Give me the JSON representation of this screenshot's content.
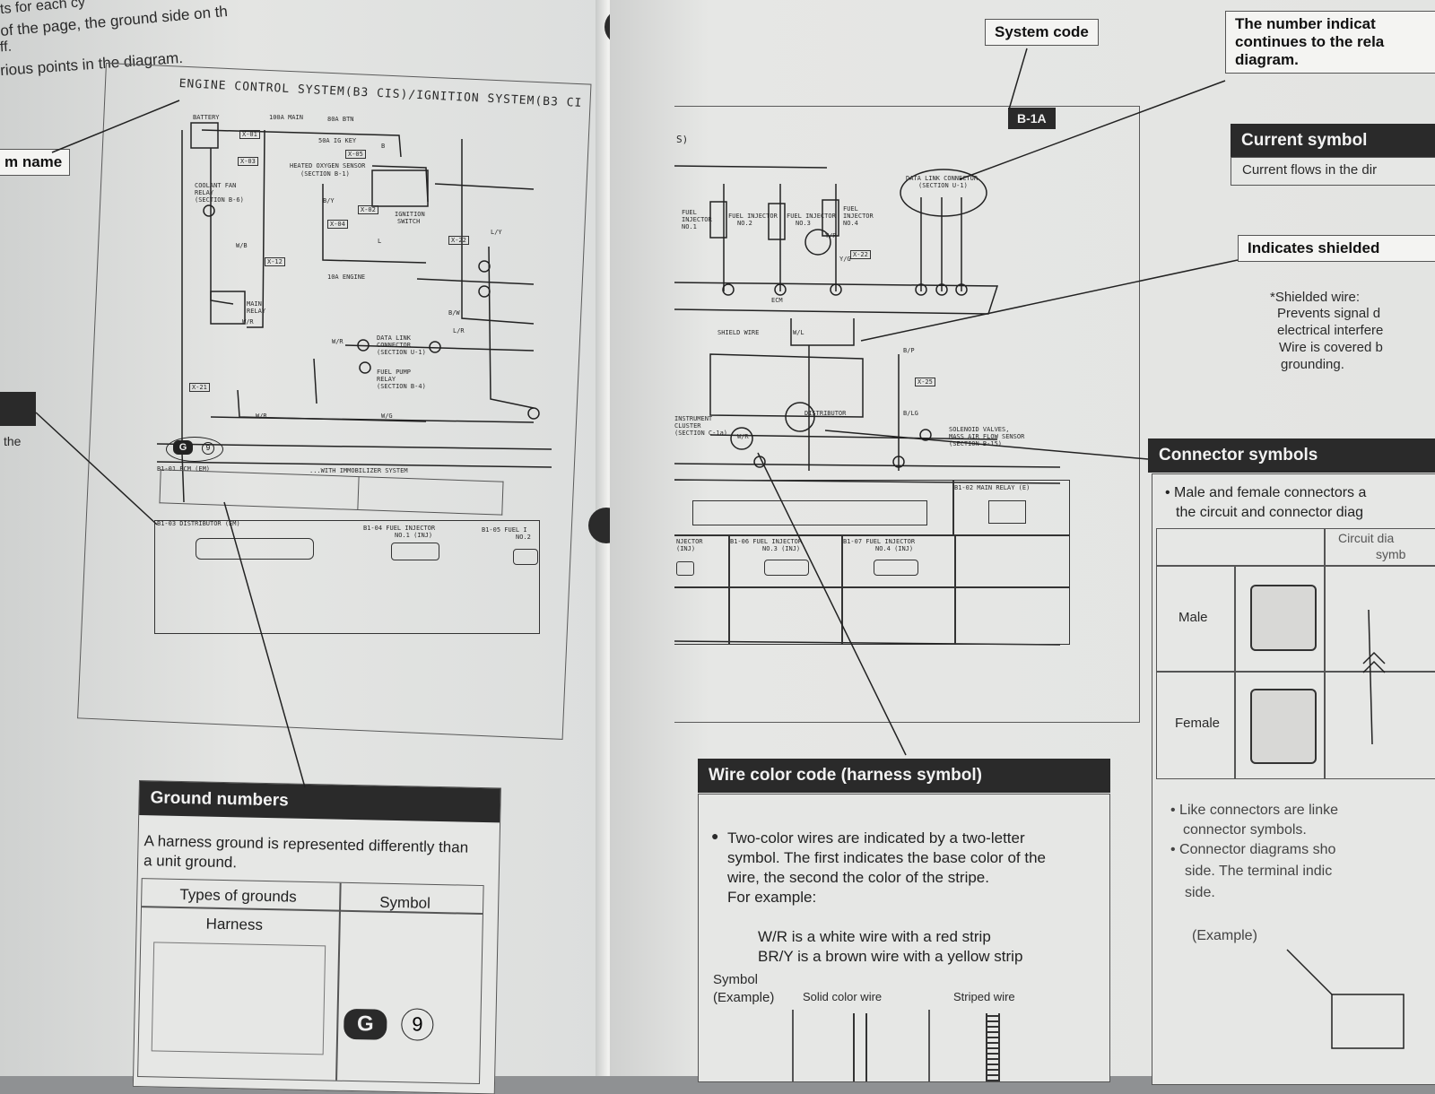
{
  "left_page": {
    "intro_lines": [
      "ts for each cy",
      "of the page, the ground side on th",
      "ff.",
      "rious points in the diagram."
    ],
    "callout_system_name": "m name",
    "diagram_title": "ENGINE CONTROL SYSTEM(B3 CIS)/IGNITION SYSTEM(B3 CI",
    "diagram_labels": {
      "battery": "BATTERY",
      "main_fuse": "100A MAIN",
      "btn_fuse": "80A BTN",
      "fuse_ig_key": "50A IG KEY",
      "heated_oxygen": "HEATED OXYGEN SENSOR",
      "heated_oxygen_sec": "(SECTION B-1)",
      "coolant_fan": "COOLANT FAN",
      "coolant_relay": "RELAY",
      "coolant_sec": "(SECTION B-6)",
      "ignition_switch": "IGNITION",
      "ignition_switch2": "SWITCH",
      "main_relay": "MAIN",
      "main_relay2": "RELAY",
      "data_link": "DATA LINK",
      "data_link2": "CONNECTOR",
      "data_link_sec": "(SECTION U-1)",
      "fuel_pump": "FUEL PUMP",
      "fuel_pump2": "RELAY",
      "fuel_pump_sec": "(SECTION B-4)",
      "fuse_engine": "10A ENGINE",
      "ecm_row": "B1-01 ECM (EM)",
      "immobilizer": "...WITH IMMOBILIZER SYSTEM",
      "distributor": "B1-03 DISTRIBUTOR (EM)",
      "fuel_injector1": "B1-04  FUEL INJECTOR",
      "fuel_injector1b": "NO.1 (INJ)",
      "fuel_injector2": "B1-05  FUEL I",
      "fuel_injector2b": "NO.2",
      "wire_codes": [
        "W/R",
        "B/Y",
        "L/R",
        "W/B",
        "L/Y",
        "B/W",
        "W/R",
        "L",
        "B",
        "W/R",
        "W/G"
      ],
      "conn_codes": [
        "X-01",
        "X-04",
        "X-05",
        "X-12",
        "X-22",
        "X-21",
        "X-02",
        "X-03"
      ],
      "ground_number": "9",
      "ground_letter": "G"
    },
    "ground_panel": {
      "heading": "Ground numbers",
      "text1": "A harness ground is represented differently than",
      "text2": "a unit ground.",
      "col_types": "Types of grounds",
      "col_symbol": "Symbol",
      "row_harness": "Harness",
      "symbol_letter": "G",
      "symbol_number": "9"
    },
    "edge_text": "the"
  },
  "right_page": {
    "system_code_label": "System code",
    "system_code_value": "B-1A",
    "number_indicates": {
      "line1": "The number indicat",
      "line2": "continues to the rela",
      "line3": "diagram."
    },
    "current_symbol": {
      "heading": "Current symbol",
      "text": "Current flows in the dir"
    },
    "shielded": {
      "heading": "Indicates shielded",
      "lines": [
        "*Shielded wire:",
        "Prevents signal d",
        "electrical interfere",
        "Wire is covered b",
        "grounding."
      ]
    },
    "diagram_labels": {
      "section": "S)",
      "data_link": "DATA LINK CONNECTOR",
      "data_link_sec": "(SECTION U-1)",
      "fuel_inj1": "FUEL",
      "fuel_inj1b": "INJECTOR",
      "fuel_inj1c": "NO.1",
      "fuel_inj2": "FUEL INJECTOR",
      "fuel_inj2b": "NO.2",
      "fuel_inj3": "FUEL INJECTOR",
      "fuel_inj3b": "NO.3",
      "fuel_inj4": "FUEL",
      "fuel_inj4b": "INJECTOR",
      "fuel_inj4c": "NO.4",
      "ecm": "ECM",
      "shield_wire": "SHIELD WIRE",
      "distributor": "DISTRIBUTOR",
      "instrument": "INSTRUMENT",
      "instrument2": "CLUSTER",
      "instrument_sec": "(SECTION C-1a)",
      "solenoid": "SOLENOID VALVES,",
      "solenoid2": "MASS AIR FLOW SENSOR",
      "solenoid_sec": "(SECTION B-15)",
      "main_relay": "B1-02 MAIN RELAY (E)",
      "fuel_inj_row2": "B1-06  FUEL INJECTOR",
      "fuel_inj_row2b": "NO.3 (INJ)",
      "fuel_inj_row3": "B1-07  FUEL INJECTOR",
      "fuel_inj_row3b": "NO.4 (INJ)",
      "injector_row1": "NJECTOR",
      "injector_row1b": "(INJ)",
      "wire_yr": "Y/R",
      "wire_wl": "W/L",
      "wire_yg": "Y/G",
      "wire_wr": "W/R",
      "wire_bg": "B/LG",
      "wire_bp": "B/P",
      "conn_x22": "X-22",
      "conn_x25": "X-25"
    },
    "connector_symbols": {
      "heading": "Connector symbols",
      "line1": "• Male and female connectors a",
      "line2": "the circuit and connector diag",
      "col_header1": "Circuit dia",
      "col_header2": "symb",
      "row_male": "Male",
      "row_female": "Female",
      "bullet1": "• Like connectors are linke",
      "bullet1b": "connector symbols.",
      "bullet2": "• Connector diagrams sho",
      "bullet2b": "side.  The terminal indic",
      "bullet2c": "side.",
      "example": "(Example)"
    },
    "wire_color": {
      "heading": "Wire color code (harness symbol)",
      "bullet_lines": [
        "Two-color wires are indicated by a two-letter",
        "symbol. The first indicates the base color of the",
        "wire, the second the color of the stripe.",
        "For example:"
      ],
      "example1": "W/R is a white wire with a red strip",
      "example2": "BR/Y is a brown wire with a yellow strip",
      "symbol_label1": "Symbol",
      "symbol_label2": "(Example)",
      "solid": "Solid color wire",
      "striped": "Striped wire"
    }
  }
}
